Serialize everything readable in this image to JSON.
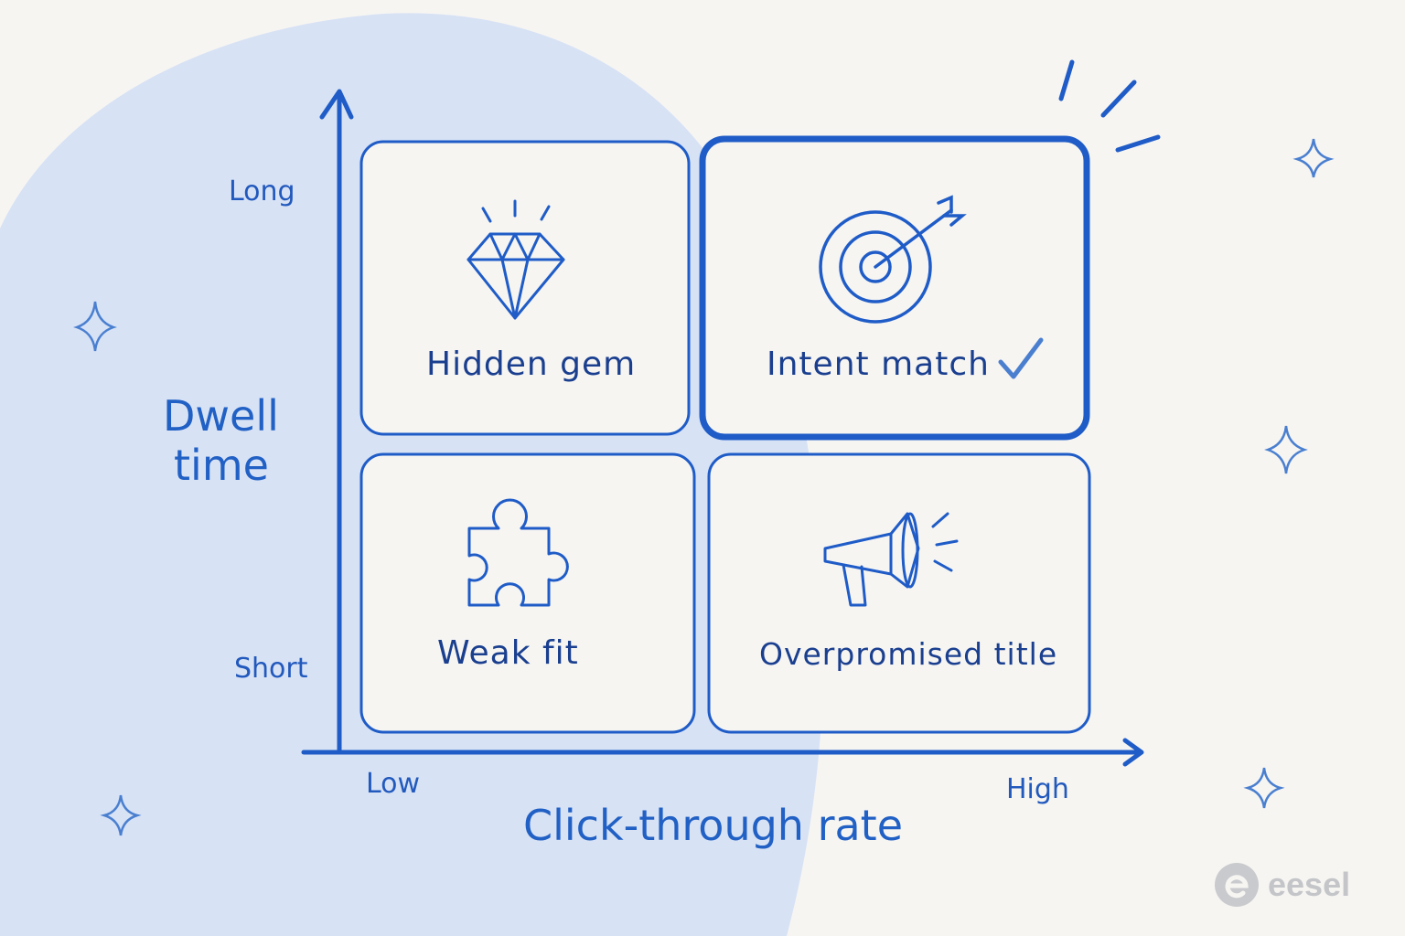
{
  "axes": {
    "y_title_line1": "Dwell",
    "y_title_line2": "time",
    "y_high": "Long",
    "y_low": "Short",
    "x_title": "Click-through rate",
    "x_low": "Low",
    "x_high": "High"
  },
  "quadrants": {
    "top_left": {
      "label": "Hidden gem",
      "icon": "diamond-icon"
    },
    "top_right": {
      "label": "Intent match",
      "icon": "target-arrow-icon",
      "badge": "checkmark-icon"
    },
    "bottom_left": {
      "label": "Weak fit",
      "icon": "puzzle-piece-icon"
    },
    "bottom_right": {
      "label": "Overpromised title",
      "icon": "megaphone-icon"
    }
  },
  "brand": {
    "name": "eesel"
  },
  "colors": {
    "accent": "#1f5cc7",
    "background": "#f6f5f2",
    "blob": "#d7e2f5",
    "text": "#1a3f8f"
  }
}
